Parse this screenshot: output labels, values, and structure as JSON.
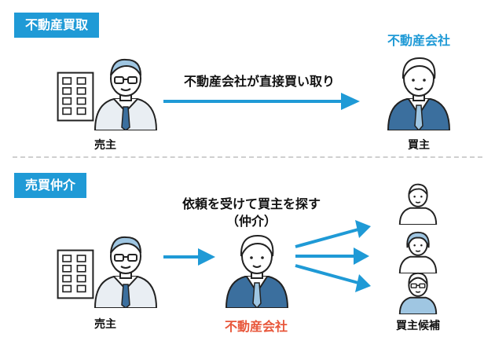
{
  "section_purchase": {
    "tag": "不動産買取",
    "seller_label": "売主",
    "company_label": "不動産会社",
    "arrow_caption": "不動産会社が直接買い取り",
    "buyer_label": "買主"
  },
  "section_brokerage": {
    "tag": "売買仲介",
    "seller_label": "売主",
    "company_label": "不動産会社",
    "caption_line1": "依頼を受けて買主を探す",
    "caption_line2": "（仲介）",
    "candidates_label": "買主候補"
  },
  "colors": {
    "accent": "#1f9ad6",
    "company_red": "#e8573b",
    "suit": "#3b6f9e"
  }
}
